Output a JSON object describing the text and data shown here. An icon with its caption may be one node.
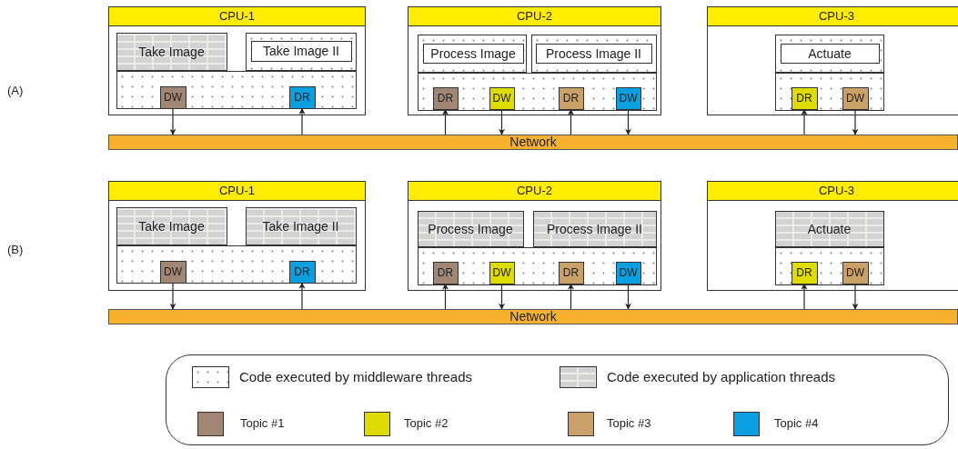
{
  "diagram": {
    "nodes": [
      {
        "text": [
          "CPU-1"
        ]
      },
      {
        "text": [
          "Take Image"
        ],
        "in": 0
      },
      {
        "text": [],
        "shape": "box",
        "in": 0
      },
      {
        "text": [
          "Take Image II"
        ],
        "in": 2
      },
      {
        "text": [],
        "shape": "box",
        "in": 0
      },
      {
        "text": [
          "DW"
        ],
        "in": 4
      },
      {
        "text": [
          "DR"
        ],
        "in": 4
      },
      {
        "text": [
          "CPU-2"
        ]
      },
      {
        "text": [],
        "shape": "box",
        "in": 7
      },
      {
        "text": [
          "Process Image"
        ],
        "in": 8
      },
      {
        "text": [],
        "shape": "box",
        "in": 7
      },
      {
        "text": [
          "Process Image II"
        ],
        "in": 10
      },
      {
        "text": [],
        "shape": "box",
        "in": 7
      },
      {
        "text": [
          "DR"
        ],
        "in": 12
      },
      {
        "text": [
          "DW"
        ],
        "in": 12
      },
      {
        "text": [
          "DR"
        ],
        "in": 12
      },
      {
        "text": [
          "DW"
        ],
        "in": 12
      },
      {
        "text": [
          "CPU-3"
        ]
      },
      {
        "text": [],
        "shape": "box",
        "in": 17
      },
      {
        "text": [
          "Actuate"
        ],
        "in": 18
      },
      {
        "text": [],
        "shape": "box",
        "in": 17
      },
      {
        "text": [
          "DR"
        ],
        "in": 20
      },
      {
        "text": [
          "DW"
        ],
        "in": 20
      },
      {
        "text": [
          "Network"
        ]
      },
      {
        "text": [
          "CPU-1"
        ]
      },
      {
        "text": [
          "Take Image"
        ],
        "in": 24
      },
      {
        "text": [
          "Take Image II"
        ],
        "in": 24
      },
      {
        "text": [],
        "shape": "box",
        "in": 24
      },
      {
        "text": [
          "DW"
        ],
        "in": 27
      },
      {
        "text": [
          "DR"
        ],
        "in": 27
      },
      {
        "text": [
          "CPU-2"
        ]
      },
      {
        "text": [
          "Process Image"
        ],
        "in": 30
      },
      {
        "text": [
          "Process Image II"
        ],
        "in": 30
      },
      {
        "text": [],
        "shape": "box",
        "in": 30
      },
      {
        "text": [
          "DR"
        ],
        "in": 33
      },
      {
        "text": [
          "DW"
        ],
        "in": 33
      },
      {
        "text": [
          "DR"
        ],
        "in": 33
      },
      {
        "text": [
          "DW"
        ],
        "in": 33
      },
      {
        "text": [
          "CPU-3"
        ]
      },
      {
        "text": [
          "Actuate"
        ],
        "in": 38
      },
      {
        "text": [],
        "shape": "box",
        "in": 38
      },
      {
        "text": [
          "DR"
        ],
        "in": 40
      },
      {
        "text": [
          "DW"
        ],
        "in": 40
      },
      {
        "text": [
          "Network"
        ]
      }
    ],
    "edges": [
      {
        "from": 5,
        "to": 23,
        "arrow": "to"
      },
      {
        "from": 23,
        "to": 6,
        "arrow": "to"
      },
      {
        "from": 23,
        "to": 13,
        "arrow": "to"
      },
      {
        "from": 14,
        "to": 23,
        "arrow": "to"
      },
      {
        "from": 23,
        "to": 15,
        "arrow": "to"
      },
      {
        "from": 16,
        "to": 23,
        "arrow": "to"
      },
      {
        "from": 23,
        "to": 21,
        "arrow": "to"
      },
      {
        "from": 22,
        "to": 23,
        "arrow": "to"
      },
      {
        "from": 28,
        "to": 43,
        "arrow": "to"
      },
      {
        "from": 43,
        "to": 29,
        "arrow": "to"
      },
      {
        "from": 43,
        "to": 34,
        "arrow": "to"
      },
      {
        "from": 35,
        "to": 43,
        "arrow": "to"
      },
      {
        "from": 43,
        "to": 36,
        "arrow": "to"
      },
      {
        "from": 37,
        "to": 43,
        "arrow": "to"
      },
      {
        "from": 43,
        "to": 41,
        "arrow": "to"
      },
      {
        "from": 42,
        "to": 43,
        "arrow": "to"
      }
    ],
    "labels": [
      "(A)",
      "(B)"
    ],
    "legend": [
      {
        "text": "Code executed by middleware threads"
      },
      {
        "text": "Code executed by application threads"
      },
      {
        "text": "Topic #1",
        "color": "#a08673"
      },
      {
        "text": "Topic #2",
        "color": "#dedb00"
      },
      {
        "text": "Topic #3",
        "color": "#c9a067"
      },
      {
        "text": "Topic #4",
        "color": "#0a9fe0"
      }
    ]
  }
}
